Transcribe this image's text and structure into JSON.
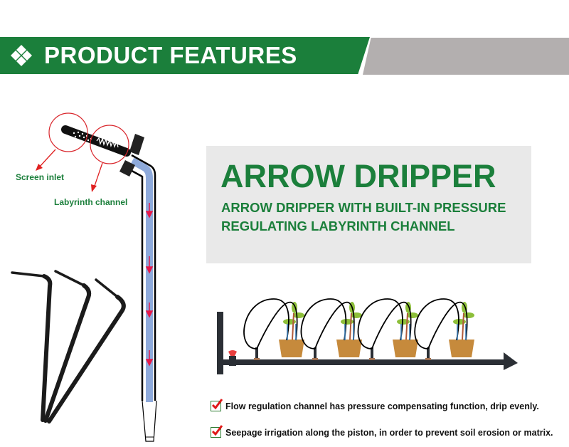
{
  "banner": {
    "title": "PRODUCT FEATURES",
    "icon": "diamond-icon",
    "colors": {
      "green": "#1b7f3b",
      "gray": "#b3afaf"
    }
  },
  "diagram": {
    "callouts": [
      {
        "label": "Screen inlet"
      },
      {
        "label": "Labyrinth channel"
      }
    ]
  },
  "info": {
    "title": "ARROW DRIPPER",
    "subtitle": "ARROW DRIPPER WITH BUILT-IN PRESSURE REGULATING LABYRINTH CHANNEL"
  },
  "features": [
    {
      "icon": "checkbox-checked-icon",
      "text": "Flow regulation channel has pressure compensating function, drip evenly."
    },
    {
      "icon": "checkbox-checked-icon",
      "text": "Seepage irrigation along the piston, in order to prevent soil erosion or matrix."
    }
  ]
}
